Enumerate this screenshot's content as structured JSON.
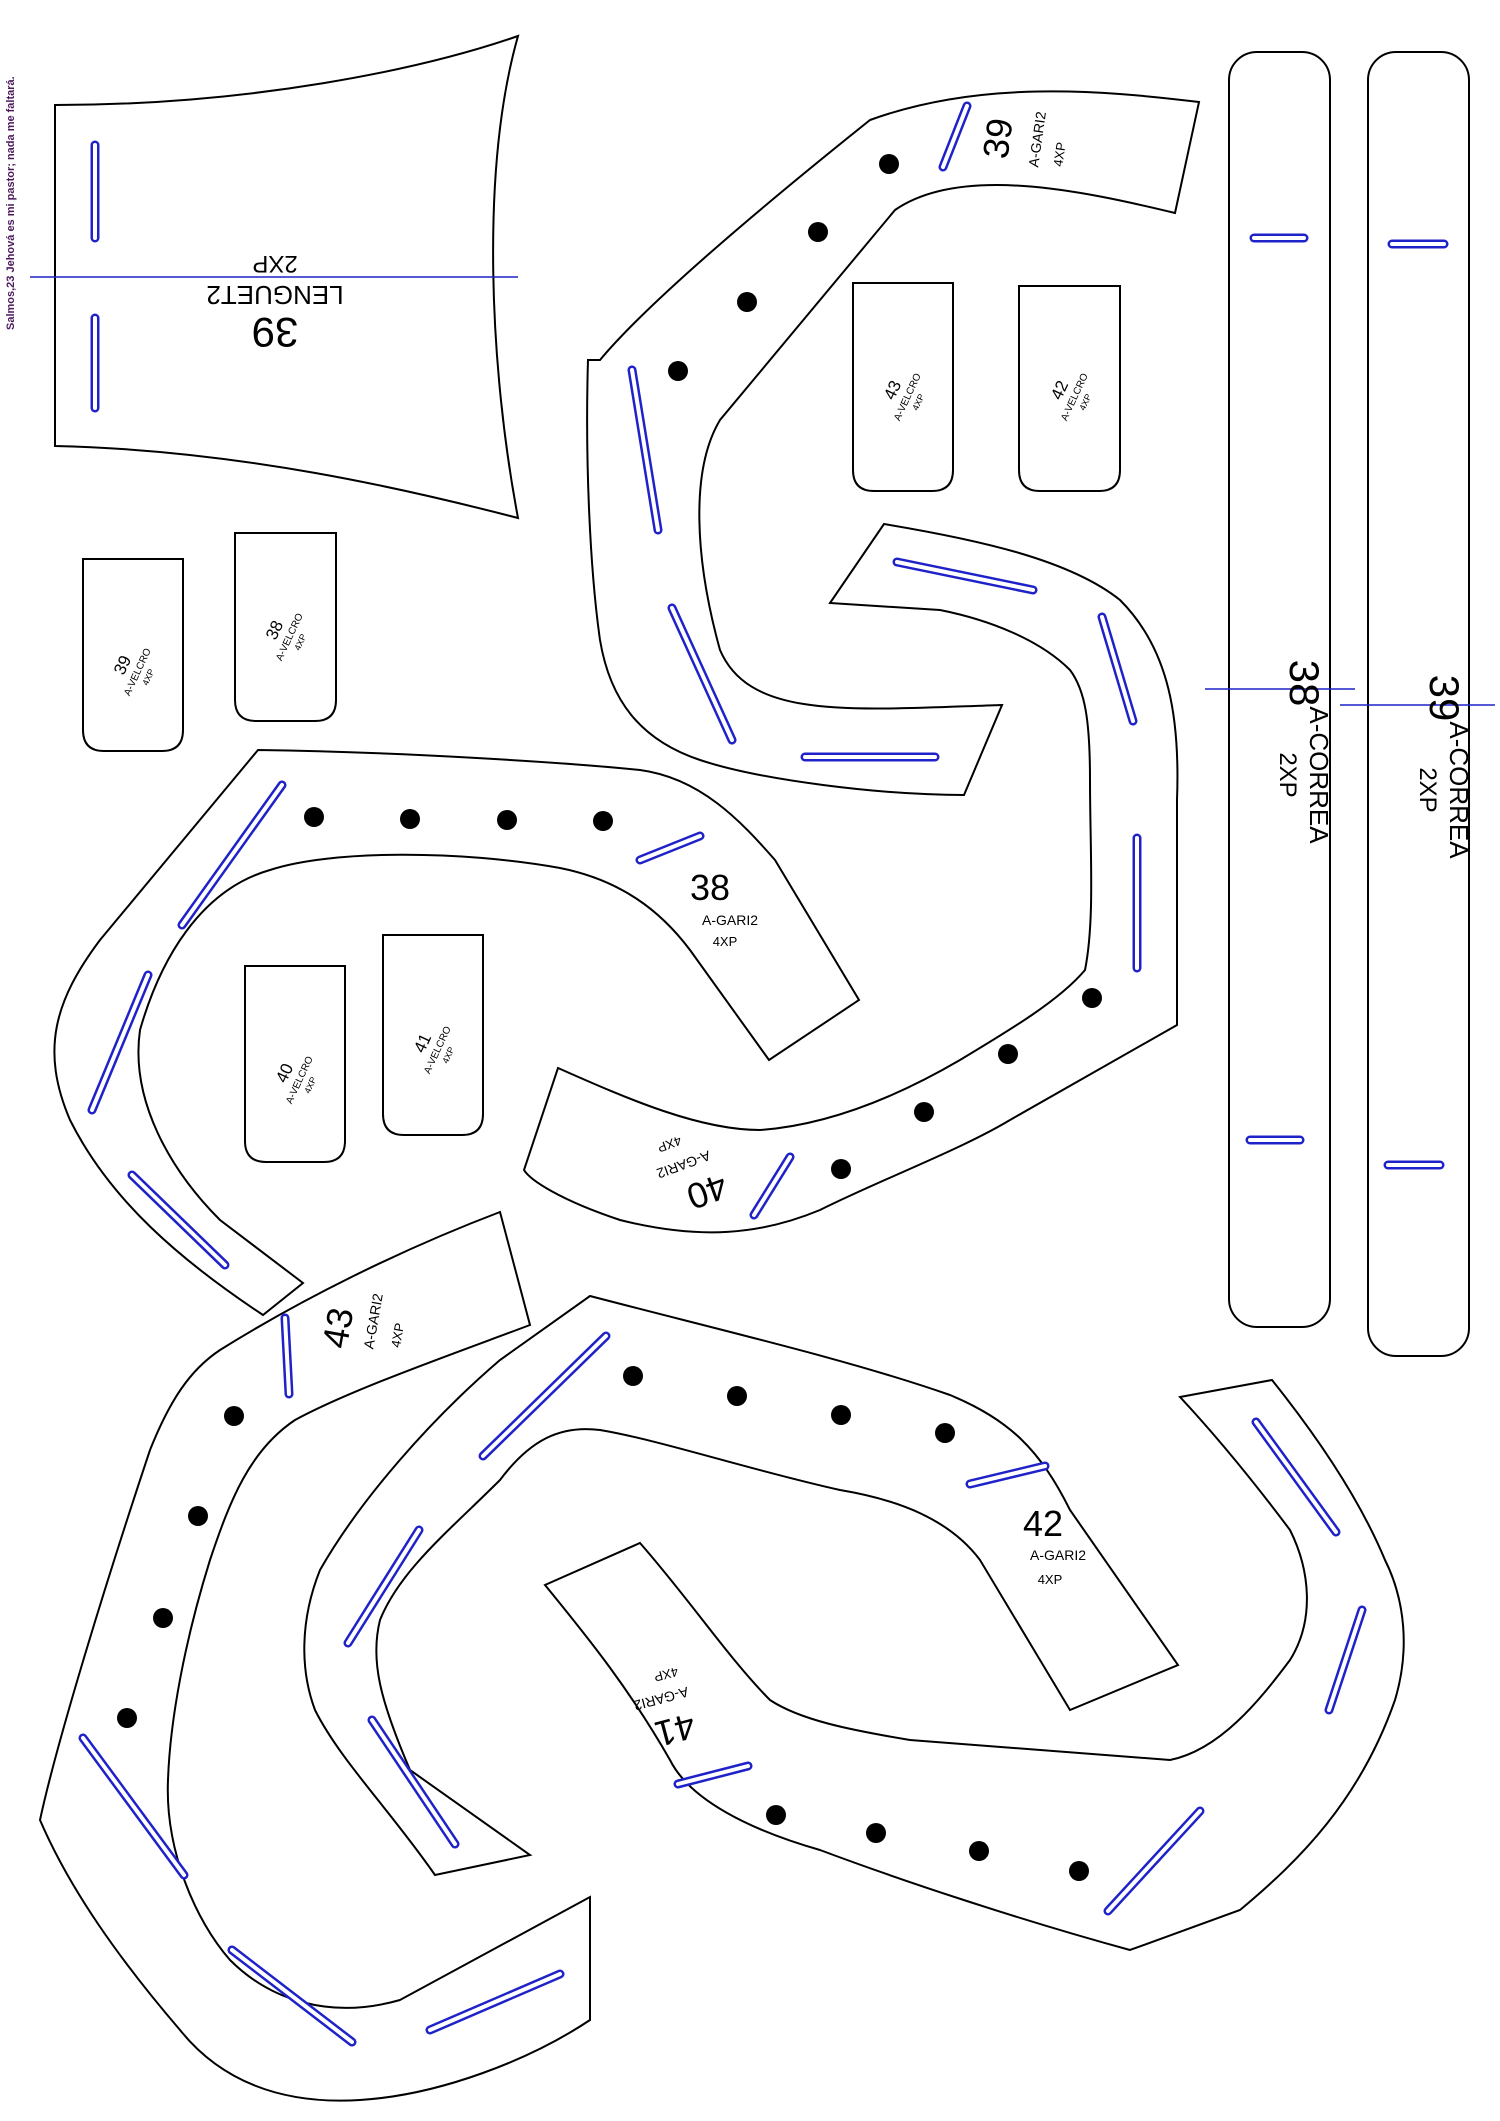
{
  "side_note": "Salmos,23 Jehová es mi pastor; nada me faltará.",
  "lengueta": {
    "num": "39",
    "name": "LENGUET2",
    "qty": "2XP"
  },
  "straps": [
    {
      "num": "38",
      "name": "A-CORREA",
      "qty": "2XP"
    },
    {
      "num": "39",
      "name": "A-CORREA",
      "qty": "2XP"
    }
  ],
  "velcro_tabs": [
    {
      "num": "43",
      "name": "A-VELCRO",
      "qty": "4XP"
    },
    {
      "num": "42",
      "name": "A-VELCRO",
      "qty": "4XP"
    },
    {
      "num": "39",
      "name": "A-VELCRO",
      "qty": "4XP"
    },
    {
      "num": "38",
      "name": "A-VELCRO",
      "qty": "4XP"
    },
    {
      "num": "40",
      "name": "A-VELCRO",
      "qty": "4XP"
    },
    {
      "num": "41",
      "name": "A-VELCRO",
      "qty": "4XP"
    }
  ],
  "gari_pieces": [
    {
      "num": "39",
      "name": "A-GARI2",
      "qty": "4XP"
    },
    {
      "num": "38",
      "name": "A-GARI2",
      "qty": "4XP"
    },
    {
      "num": "40",
      "name": "A-GARI2",
      "qty": "4XP"
    },
    {
      "num": "43",
      "name": "A-GARI2",
      "qty": "4XP"
    },
    {
      "num": "42",
      "name": "A-GARI2",
      "qty": "4XP"
    },
    {
      "num": "41",
      "name": "A-GARI2",
      "qty": "4XP"
    }
  ]
}
